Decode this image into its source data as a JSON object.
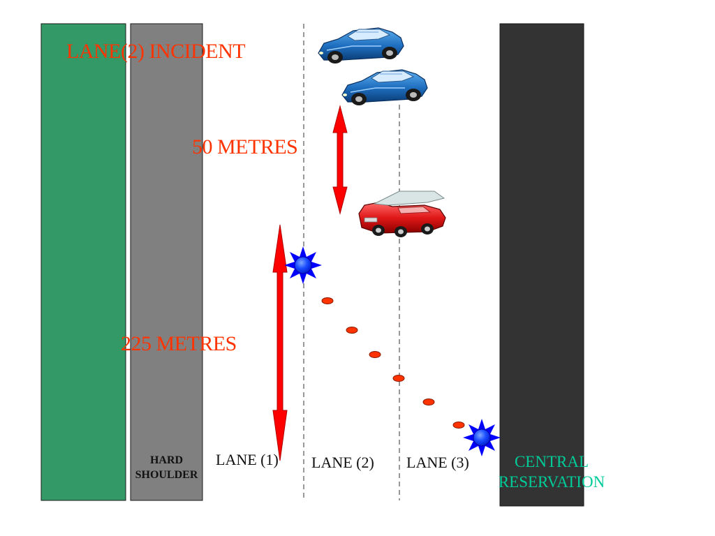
{
  "title": "LANE(2) INCIDENT",
  "distances": {
    "upper": "50 METRES",
    "lower": "225 METRES"
  },
  "labels": {
    "hard_shoulder_line1": "HARD",
    "hard_shoulder_line2": "SHOULDER",
    "lane1": "LANE (1)",
    "lane2": "LANE (2)",
    "lane3": "LANE (3)",
    "central_reservation_line1": "CENTRAL",
    "central_reservation_line2": "RESERVATION"
  },
  "colors": {
    "verge": "#339966",
    "hard_shoulder": "#808080",
    "central_reservation": "#333333",
    "label_red": "#ff3300",
    "arrow_red": "#ff0000",
    "lamp_blue": "#0000ff",
    "cone_orange": "#ff3300",
    "central_label": "#00cc99",
    "lane_line": "#555555"
  },
  "icons": {
    "queued_vehicle": "blue-sports-car-icon",
    "incident_vehicle": "red-car-icon",
    "warning_lamp": "blue-flashing-lamp-icon",
    "cone": "traffic-cone-icon",
    "distance_marker": "double-headed-arrow-icon"
  },
  "cone_count": 6
}
